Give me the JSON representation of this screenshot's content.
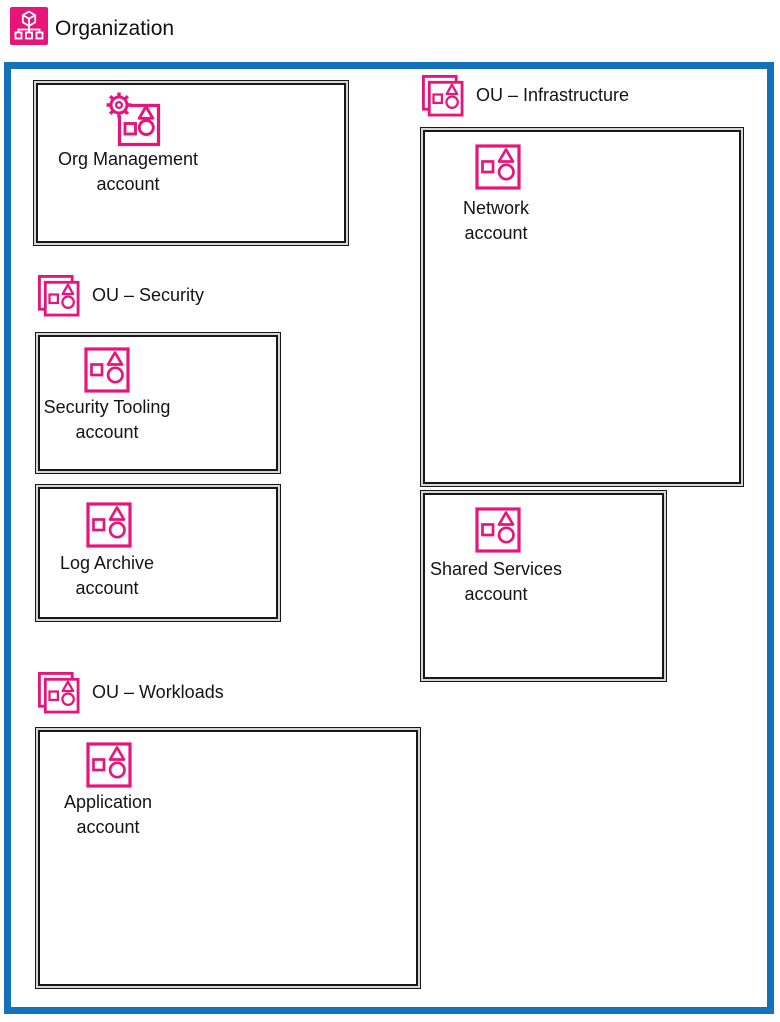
{
  "title": "Organization",
  "colors": {
    "pink": "#E7157B",
    "blue": "#1273BC",
    "box_border": "#181818",
    "box_border_gap": "#d6d6d6",
    "text": "#1a1a1a"
  },
  "management_account": {
    "line1": "Org Management",
    "line2": "account"
  },
  "ou_security": {
    "label": "OU – Security"
  },
  "ou_infrastructure": {
    "label": "OU – Infrastructure"
  },
  "ou_workloads": {
    "label": "OU – Workloads"
  },
  "accounts": {
    "security_tooling": {
      "line1": "Security Tooling",
      "line2": "account"
    },
    "log_archive": {
      "line1": "Log Archive",
      "line2": "account"
    },
    "network": {
      "line1": "Network",
      "line2": "account"
    },
    "shared_services": {
      "line1": "Shared Services",
      "line2": "account"
    },
    "application": {
      "line1": "Application",
      "line2": "account"
    }
  },
  "icons": {
    "organization": "organization-tree-icon",
    "organizational_unit": "organizational-unit-icon",
    "management_account": "management-account-gear-icon",
    "account": "aws-account-icon"
  }
}
